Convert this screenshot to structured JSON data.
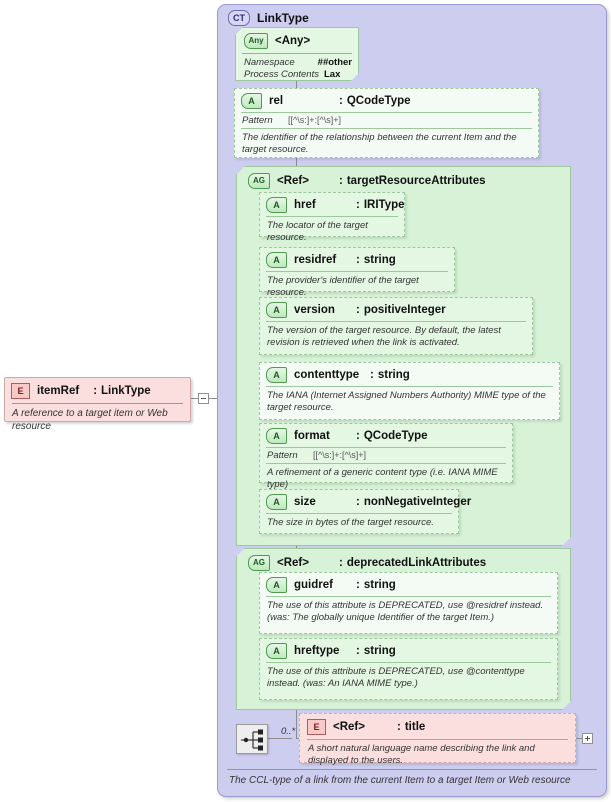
{
  "root_element": {
    "marker": "E",
    "name": "itemRef",
    "separator": ":",
    "type": "LinkType",
    "annotation": "A reference to a target item or Web resource"
  },
  "complex_type": {
    "marker": "CT",
    "name": "LinkType",
    "footer_annotation": "The CCL-type of a link from the current Item to a target Item or Web resource"
  },
  "wildcard": {
    "marker": "Any",
    "name": "<Any>",
    "properties": [
      {
        "key": "Namespace",
        "value": "##other"
      },
      {
        "key": "Process Contents",
        "value": "Lax"
      }
    ]
  },
  "attributes": {
    "rel": {
      "marker": "A",
      "name": "rel",
      "separator": ":",
      "type": "QCodeType",
      "pattern_label": "Pattern",
      "pattern_value": "[[^\\s:]+:[^\\s]+]",
      "annotation": "The identifier of the relationship between the current Item and the target resource."
    }
  },
  "groups": [
    {
      "marker": "AG",
      "name": "<Ref>",
      "separator": ":",
      "type": "targetResourceAttributes",
      "attributes": [
        {
          "marker": "A",
          "name": "href",
          "separator": ":",
          "type": "IRIType",
          "annotation": "The locator of the target resource."
        },
        {
          "marker": "A",
          "name": "residref",
          "separator": ":",
          "type": "string",
          "annotation": "The  provider's identifier of the target resource."
        },
        {
          "marker": "A",
          "name": "version",
          "separator": ":",
          "type": "positiveInteger",
          "annotation": "The version of the target resource. By default, the latest revision is retrieved when the link is activated."
        },
        {
          "marker": "A",
          "name": "contenttype",
          "separator": ":",
          "type": "string",
          "annotation": "The IANA (Internet Assigned Numbers Authority) MIME type of the target resource."
        },
        {
          "marker": "A",
          "name": "format",
          "separator": ":",
          "type": "QCodeType",
          "pattern_label": "Pattern",
          "pattern_value": "[[^\\s:]+:[^\\s]+]",
          "annotation": "A refinement of a generic content type (i.e. IANA MIME type)"
        },
        {
          "marker": "A",
          "name": "size",
          "separator": ":",
          "type": "nonNegativeInteger",
          "annotation": "The size in bytes of the target resource."
        }
      ]
    },
    {
      "marker": "AG",
      "name": "<Ref>",
      "separator": ":",
      "type": "deprecatedLinkAttributes",
      "attributes": [
        {
          "marker": "A",
          "name": "guidref",
          "separator": ":",
          "type": "string",
          "annotation": "The use of this attribute is DEPRECATED, use @residref instead. (was: The globally unique Identifier of the target Item.)"
        },
        {
          "marker": "A",
          "name": "hreftype",
          "separator": ":",
          "type": "string",
          "annotation": "The use of this attribute is DEPRECATED, use @contenttype instead. (was: An IANA MIME type.)"
        }
      ]
    }
  ],
  "sequence": {
    "icon": "sequence-icon",
    "occurrence": "0..*",
    "child_ref": {
      "marker": "E",
      "name": "<Ref>",
      "separator": ":",
      "type": "title",
      "annotation": "A short natural language name describing the link and displayed to the users."
    }
  },
  "toggles": {
    "root_collapse": "-",
    "title_expand": "+"
  },
  "colors": {
    "element_pink": "#fbdede",
    "complex_type_lilac": "#cdcdf0",
    "group_green": "#d7f2d7",
    "attribute_green": "#e3f7e3",
    "line_gray": "#8c8c8c"
  }
}
